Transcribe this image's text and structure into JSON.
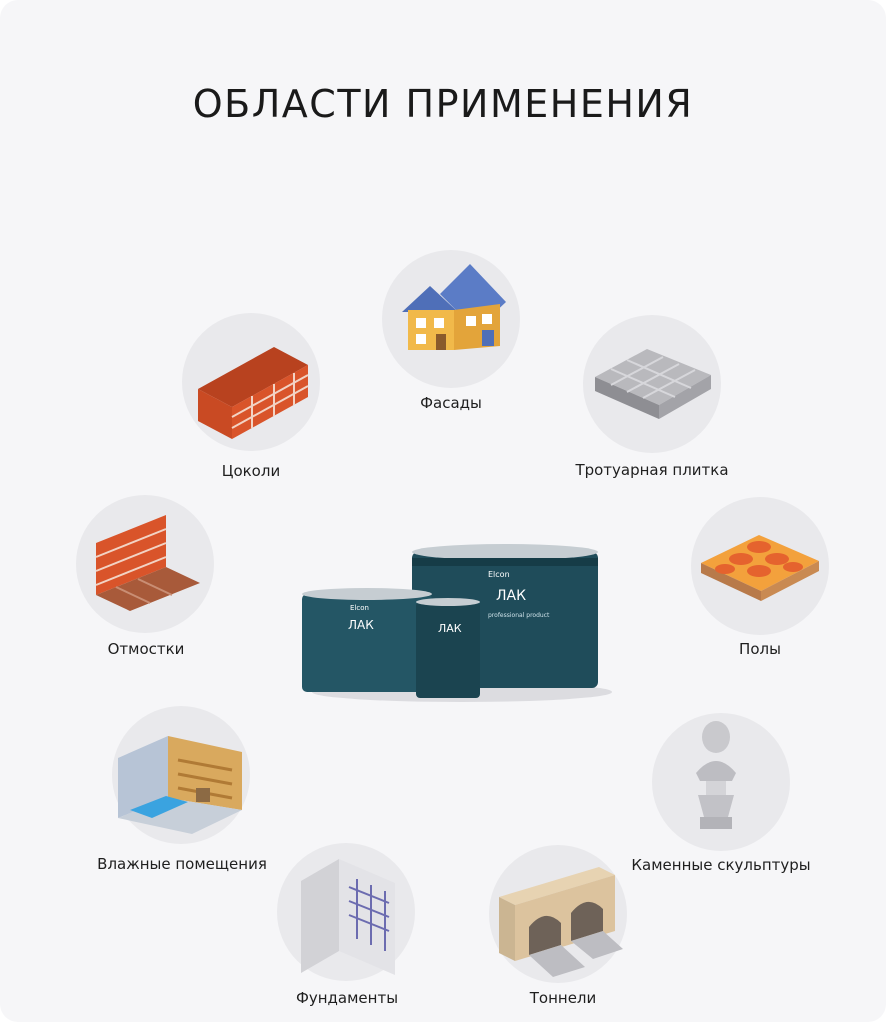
{
  "title": "ОБЛАСТИ ПРИМЕНЕНИЯ",
  "areas": {
    "facades": {
      "label": "Фасады",
      "icon": "house-icon"
    },
    "plinths": {
      "label": "Цоколи",
      "icon": "brick-wall-icon"
    },
    "paving": {
      "label": "Тротуарная плитка",
      "icon": "paving-tile-icon"
    },
    "blind_area": {
      "label": "Отмостки",
      "icon": "blind-area-icon"
    },
    "floors": {
      "label": "Полы",
      "icon": "floor-tile-icon"
    },
    "wet_rooms": {
      "label": "Влажные помещения",
      "icon": "sauna-pool-icon"
    },
    "sculptures": {
      "label": "Каменные скульптуры",
      "icon": "bust-sculpture-icon"
    },
    "foundations": {
      "label": "Фундаменты",
      "icon": "rebar-foundation-icon"
    },
    "tunnels": {
      "label": "Тоннели",
      "icon": "tunnel-icon"
    }
  },
  "product": {
    "brand": "Elcon",
    "name": "ЛАК",
    "small_text": "professional product",
    "icon": "varnish-cans-icon"
  },
  "colors": {
    "background": "#f6f6f8",
    "circle": "#e9e9ec",
    "brick": "#d9542a",
    "roof": "#4f6fb8",
    "wall": "#f1b94a",
    "can": "#1f4c5a"
  }
}
